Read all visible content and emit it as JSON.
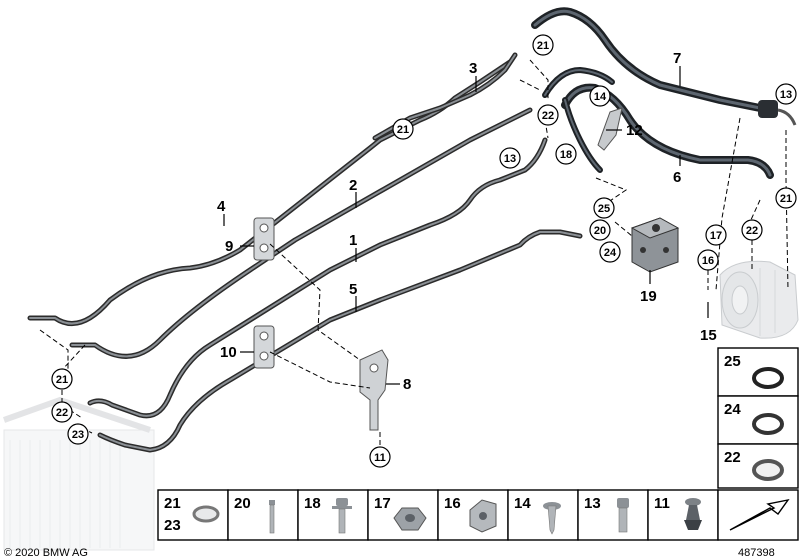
{
  "callouts": {
    "c1": "1",
    "c2": "2",
    "c3": "3",
    "c4": "4",
    "c5": "5",
    "c6": "6",
    "c7": "7",
    "c8": "8",
    "c9": "9",
    "c10": "10",
    "c11": "11",
    "c12": "12",
    "c15": "15",
    "c19": "19"
  },
  "circled": {
    "r21a": "21",
    "r21b": "21",
    "r21c": "21",
    "r21d": "21",
    "r22a": "22",
    "r22b": "22",
    "r22c": "22",
    "r23": "23",
    "r13a": "13",
    "r13b": "13",
    "r14": "14",
    "r18": "18",
    "r25": "25",
    "r20": "20",
    "r24": "24",
    "r17": "17",
    "r16": "16",
    "r11": "11"
  },
  "side_legend": [
    "25",
    "24",
    "22"
  ],
  "bottom_legend": {
    "p21": "21",
    "p23": "23",
    "p20": "20",
    "p18": "18",
    "p17": "17",
    "p16": "16",
    "p14": "14",
    "p13": "13",
    "p11": "11"
  },
  "footer": {
    "copyright": "© 2020 BMW AG",
    "diagram_number": "487398"
  }
}
